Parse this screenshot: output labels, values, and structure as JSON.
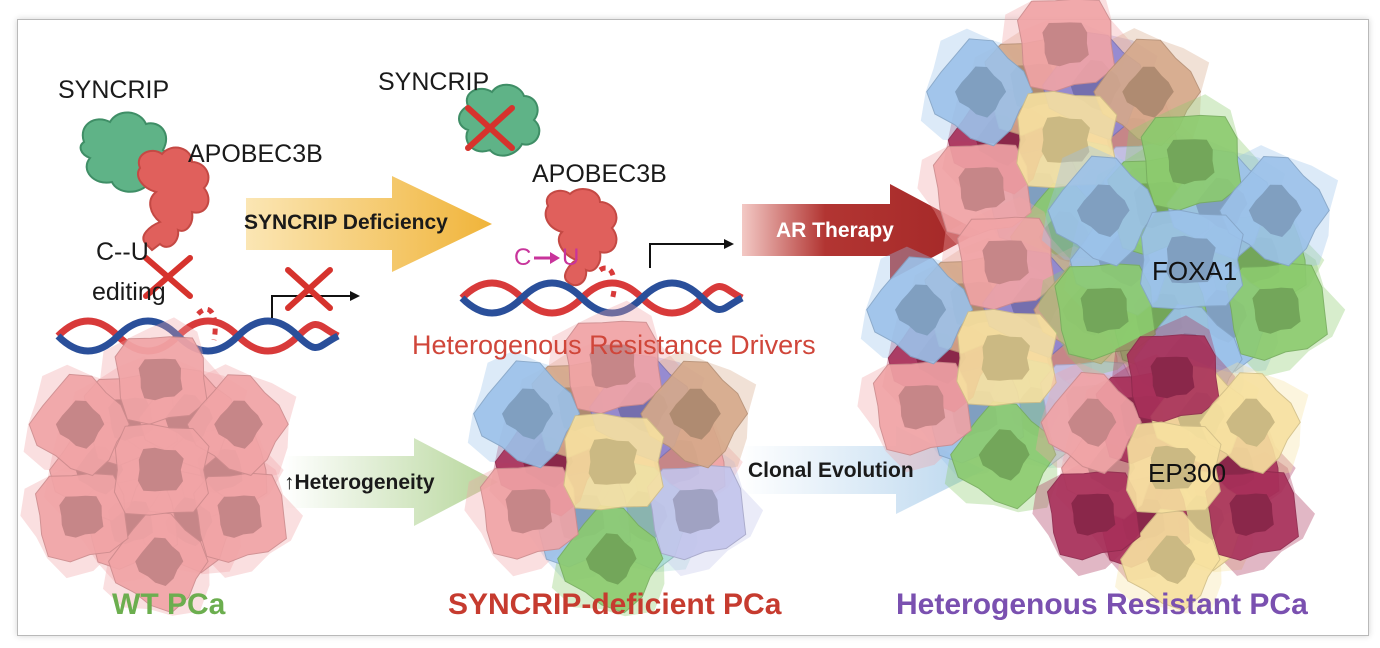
{
  "labels": {
    "syncrip_left": "SYNCRIP",
    "apobec_left": "APOBEC3B",
    "cu_editing_line1": "C--U",
    "cu_editing_line2": "editing",
    "syncrip_mid": "SYNCRIP",
    "apobec_mid": "APOBEC3B",
    "cu_mid_c": "C",
    "cu_mid_u": "U",
    "heterogenous_drivers": "Heterogenous Resistance Drivers",
    "foxa1": "FOXA1",
    "ep300": "EP300"
  },
  "arrows": {
    "syncrip_deficiency": "SYNCRIP Deficiency",
    "ar_therapy": "AR Therapy",
    "heterogeneity": "↑Heterogeneity",
    "clonal_evolution": "Clonal Evolution"
  },
  "captions": {
    "wt": "WT PCa",
    "syncrip_deficient": "SYNCRIP-deficient PCa",
    "resistant": "Heterogenous Resistant PCa"
  },
  "colors": {
    "protein_green": "#5fb387",
    "protein_red": "#e0605c",
    "cross_red": "#d6332d",
    "dna_red": "#d83a3a",
    "dna_blue": "#2a4f9a",
    "arrow_orange": "#f0b43a",
    "arrow_darkred": "#a32727",
    "arrow_green": "#b6d69a",
    "arrow_blue": "#b9d6ee",
    "caption_green": "#6cae4f",
    "caption_red": "#c63b2f",
    "caption_purple": "#7a50b0",
    "cell_pink": "#f1a4a6",
    "cell_maroon": "#a8305a",
    "cell_yellow": "#f7e1a0",
    "cell_blue": "#9cc2ea",
    "cell_green": "#8ccb6e",
    "cell_purple": "#8f87d4",
    "cell_tan": "#d6a98a",
    "cell_teal": "#a8dcd6",
    "cell_lavender": "#c3c5ec"
  }
}
